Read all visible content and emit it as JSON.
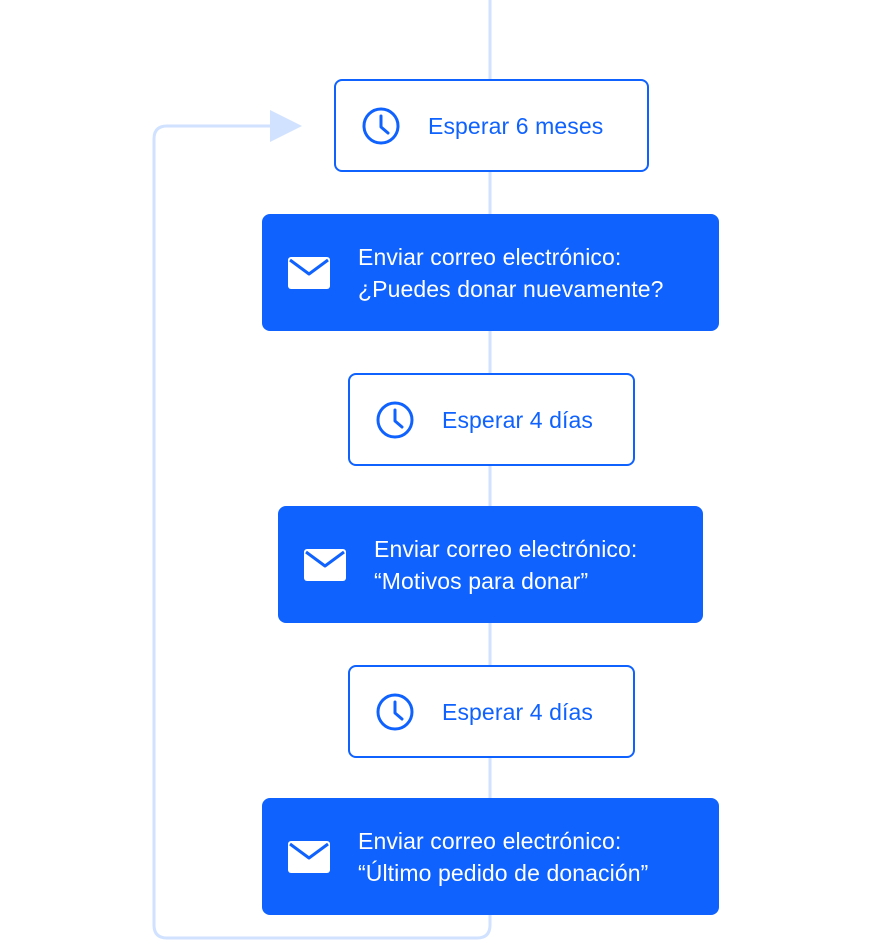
{
  "flow": {
    "steps": [
      {
        "type": "wait",
        "icon": "clock-icon",
        "label": "Esperar 6 meses"
      },
      {
        "type": "email",
        "icon": "envelope-icon",
        "line1": "Enviar correo electrónico:",
        "line2": "¿Puedes donar nuevamente?"
      },
      {
        "type": "wait",
        "icon": "clock-icon",
        "label": "Esperar 4 días"
      },
      {
        "type": "email",
        "icon": "envelope-icon",
        "line1": "Enviar correo electrónico:",
        "line2": "“Motivos para donar”"
      },
      {
        "type": "wait",
        "icon": "clock-icon",
        "label": "Esperar 4 días"
      },
      {
        "type": "email",
        "icon": "envelope-icon",
        "line1": "Enviar correo electrónico:",
        "line2": "“Último pedido de donación”"
      }
    ],
    "loops_back_to_start": true
  },
  "colors": {
    "primary": "#0f62fe",
    "connector": "#d0e2ff",
    "background": "#ffffff",
    "email_text": "#ffffff"
  }
}
